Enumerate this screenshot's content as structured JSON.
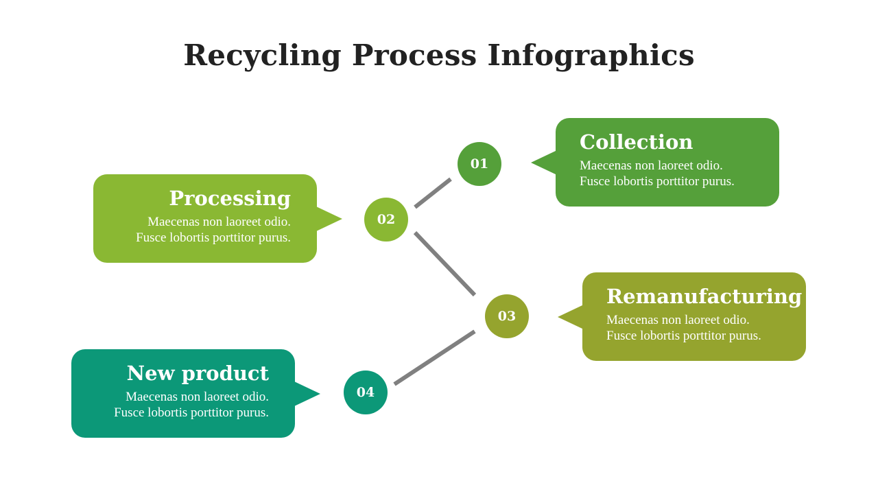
{
  "title": "Recycling Process Infographics",
  "colors": {
    "collection": "#55a03a",
    "processing": "#8ab833",
    "remanufacturing": "#95a42e",
    "new_product": "#0c9878",
    "connector": "#808080"
  },
  "steps": [
    {
      "number": "01",
      "heading": "Collection",
      "desc_line1": "Maecenas non laoreet odio.",
      "desc_line2": "Fusce lobortis porttitor purus."
    },
    {
      "number": "02",
      "heading": "Processing",
      "desc_line1": "Maecenas non laoreet odio.",
      "desc_line2": "Fusce lobortis porttitor purus."
    },
    {
      "number": "03",
      "heading": "Remanufacturing",
      "desc_line1": "Maecenas non laoreet odio.",
      "desc_line2": "Fusce lobortis porttitor purus."
    },
    {
      "number": "04",
      "heading": "New product",
      "desc_line1": "Maecenas non laoreet odio.",
      "desc_line2": "Fusce lobortis porttitor purus."
    }
  ]
}
